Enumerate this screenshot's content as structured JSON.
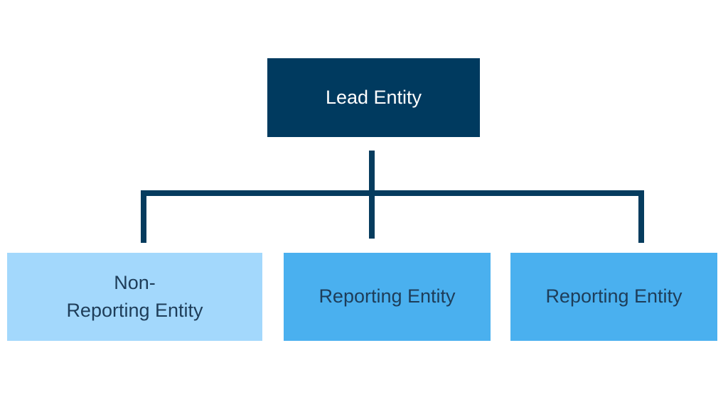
{
  "diagram": {
    "lead": {
      "label": "Lead Entity"
    },
    "children": [
      {
        "label_line1": "Non-",
        "label_line2": "Reporting Entity"
      },
      {
        "label": "Reporting Entity"
      },
      {
        "label": "Reporting Entity"
      }
    ]
  },
  "colors": {
    "lead_fill": "#003a5f",
    "non_reporting_fill": "#a3d8fc",
    "reporting_fill": "#4ab0ef",
    "connector": "#063c5e",
    "child_text": "#1e3d59"
  }
}
